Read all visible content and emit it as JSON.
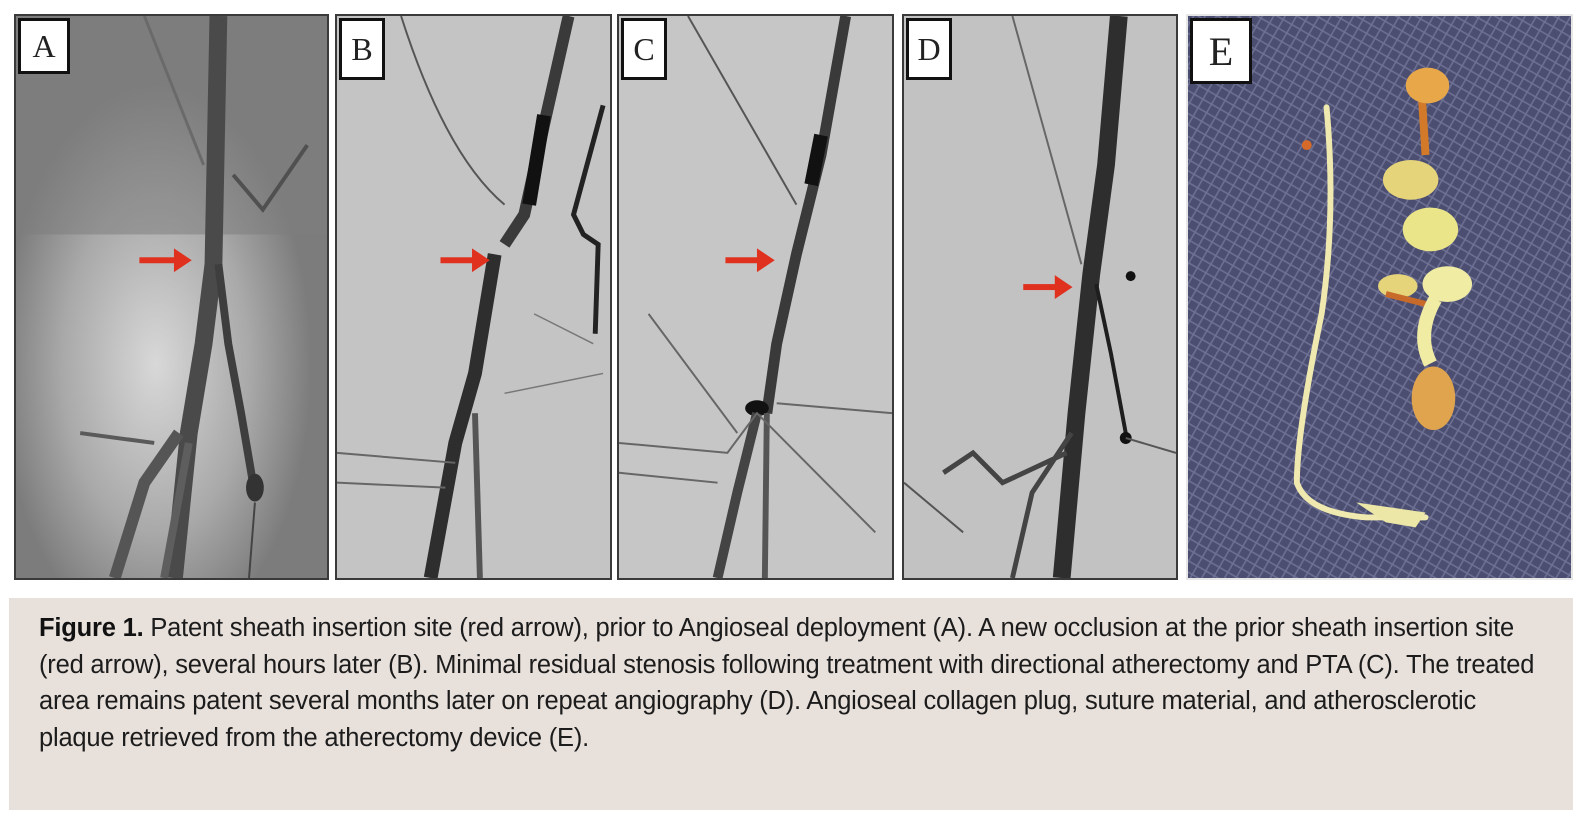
{
  "figure": {
    "panels": [
      {
        "id": "A",
        "label": "A",
        "description": "Angiogram: patent sheath insertion site with red arrow, prior to Angioseal deployment",
        "background": "#8e8e8e",
        "arrow_color": "#e0301e"
      },
      {
        "id": "B",
        "label": "B",
        "description": "Angiogram: new occlusion at prior sheath insertion site with red arrow",
        "background": "#c4c4c4",
        "arrow_color": "#e0301e"
      },
      {
        "id": "C",
        "label": "C",
        "description": "Angiogram: minimal residual stenosis after directional atherectomy and PTA with red arrow",
        "background": "#c6c6c6",
        "arrow_color": "#e0301e"
      },
      {
        "id": "D",
        "label": "D",
        "description": "Angiogram: treated area remains patent on repeat angiography with red arrow",
        "background": "#c2c2c2",
        "arrow_color": "#e0301e"
      },
      {
        "id": "E",
        "label": "E",
        "description": "Photo: Angioseal collagen plug, suture material and atherosclerotic plaque on blue gauze",
        "background": "#4a4d6e"
      }
    ],
    "caption": {
      "title": "Figure 1.",
      "text": " Patent sheath insertion site (red arrow), prior to Angioseal deployment (A). A new occlusion at the prior sheath insertion site (red arrow), several hours later (B). Minimal residual stenosis following treatment with directional atherectomy and PTA (C). The treated area remains patent several months later on repeat angiography (D). Angioseal collagen plug, suture material, and atherosclerotic plaque retrieved from the atherectomy device (E).",
      "background": "#e8e0db"
    }
  }
}
